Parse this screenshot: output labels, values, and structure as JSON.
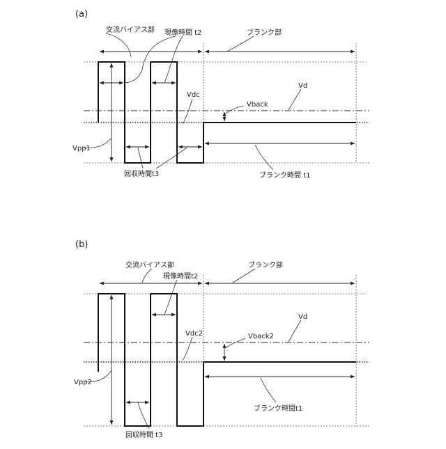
{
  "panel_a": {
    "panel_label": "(a)",
    "ac_bias_section": "交流バイアス部",
    "development_time": "現像時間 t2",
    "blank_section": "ブランク部",
    "vdc": "Vdc",
    "vback": "Vback",
    "vd": "Vd",
    "vpp": "Vpp1",
    "recovery_time": "回収時間t3",
    "blank_time": "ブランク時間 t1"
  },
  "panel_b": {
    "panel_label": "(b)",
    "ac_bias_section": "交流バイアス部",
    "development_time": "現像時間t2",
    "blank_section": "ブランク部",
    "vdc": "Vdc2",
    "vback": "Vback2",
    "vd": "Vd",
    "vpp": "Vpp2",
    "recovery_time": "回収時間 t3",
    "blank_time": "ブランク時間t1"
  }
}
